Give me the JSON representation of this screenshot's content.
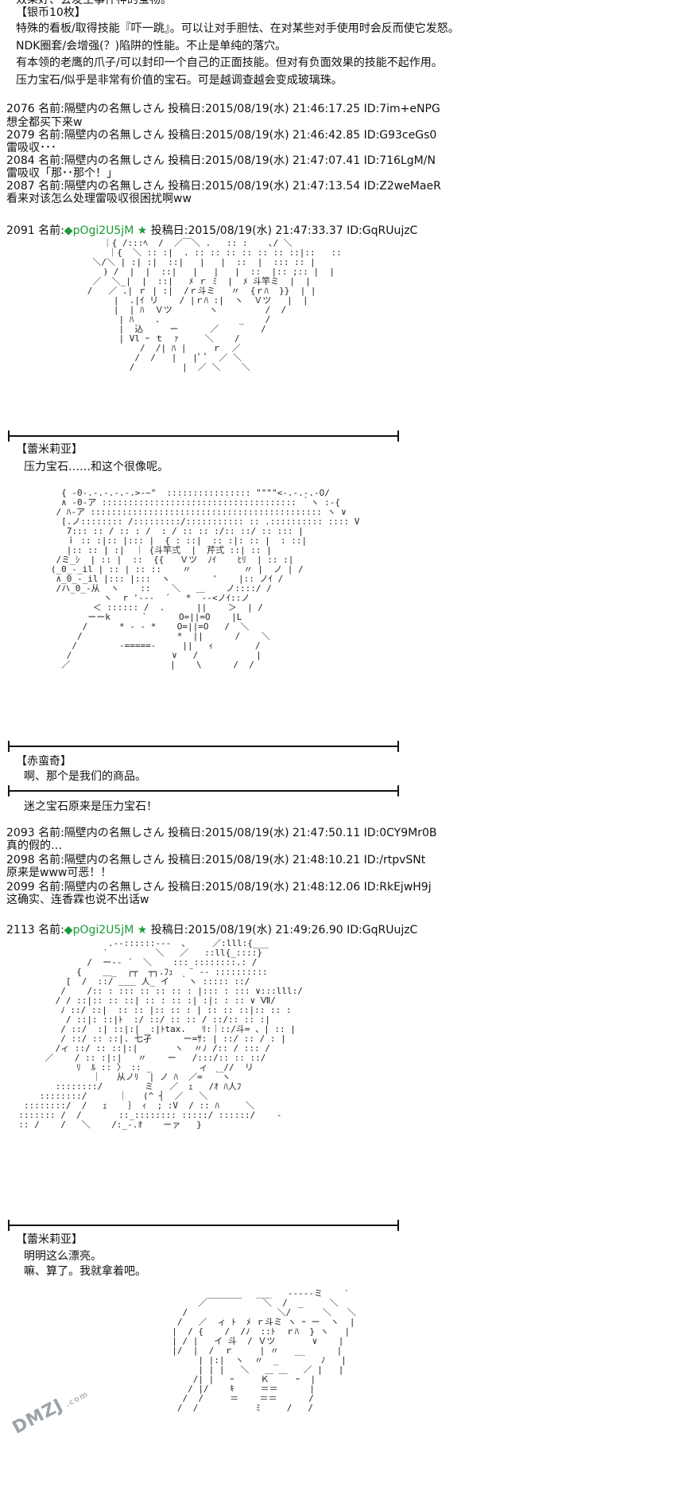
{
  "intro": {
    "top_cut": "效果好、会发生事件神的宝物。",
    "heading": "【银币10枚】",
    "lines": [
      "特殊的看板/取得技能『吓一跳』。可以让对手胆怯、在对某些对手使用时会反而使它发怒。",
      "NDK圈套/会增强(？)陷阱的性能。不止是单纯的落穴。",
      "有本领的老鹰的爪子/可以封印一个自己的正面技能。但对有负面效果的技能不起作用。",
      "压力宝石/似乎是非常有价值的宝石。可是越调查越会变成玻璃珠。"
    ]
  },
  "posts": [
    {
      "header": "2076 名前:隔壁内の名無しさん 投稿日:2015/08/19(水) 21:46:17.25 ID:7im+eNPG",
      "body": "想全都买下来w"
    },
    {
      "header": "2079 名前:隔壁内の名無しさん 投稿日:2015/08/19(水) 21:46:42.85 ID:G93ceGs0",
      "body": "雷吸収･･･"
    },
    {
      "header": "2084 名前:隔壁内の名無しさん 投稿日:2015/08/19(水) 21:47:07.41 ID:716LgM/N",
      "body": "雷吸収「那･･那个！」"
    },
    {
      "header": "2087 名前:隔壁内の名無しさん 投稿日:2015/08/19(水) 21:47:13.54 ID:Z2weMaeR",
      "body": "看来对该怎么处理雷吸収很困扰啊ww"
    }
  ],
  "author_post_1": {
    "num": "2091 名前:",
    "trip": "◆pOgi2U5jM ★",
    "rest": " 投稿日:2015/08/19(水) 21:47:33.37 ID:GqRUujzC"
  },
  "dialog_1": {
    "speaker": "【蕾米莉亚】",
    "line": "压力宝石……和这个很像呢。"
  },
  "dialog_2": {
    "speaker": "【赤蛮奇】",
    "line": "啊、那个是我们的商品。"
  },
  "dialog_3": {
    "line": "迷之宝石原来是压力宝石！"
  },
  "posts_2": [
    {
      "header": "2093 名前:隔壁内の名無しさん 投稿日:2015/08/19(水) 21:47:50.11 ID:0CY9Mr0B",
      "body": "真的假的…"
    },
    {
      "header": "2098 名前:隔壁内の名無しさん 投稿日:2015/08/19(水) 21:48:10.21 ID:/rtpvSNt",
      "body": "原来是www可恶！！"
    },
    {
      "header": "2099 名前:隔壁内の名無しさん 投稿日:2015/08/19(水) 21:48:12.06 ID:RkEjwH9j",
      "body": "这确实、连香霖也说不出话w"
    }
  ],
  "author_post_2": {
    "num": "2113 名前:",
    "trip": "◆pOgi2U5jM ★",
    "rest": " 投稿日:2015/08/19(水) 21:49:26.90 ID:GqRUujzC"
  },
  "dialog_4": {
    "speaker": "【蕾米莉亚】",
    "line1": "明明这么漂亮。",
    "line2": "嘛、算了。我就拿着吧。"
  },
  "ascii_art": {
    "aa1": "         ｜{ /:::ﾍ  /  ／￣＼ .   :: :    ､/ ＼\n          ｜{  ＼ :: :|  . :: :: :: :: :: :: ::|::   ::\n       ＼/＼ | :| :|  ::|   |   |  ::  |  ::: :: |\n         ) /  |  |  ::|   |   |   |  ::  |:: ;:: |  |\n       ／  ＼_|  |  ::|   ﾒ ｒ ﾐ  |  ﾒ 斗竿ミ  |  |\n      /   ／ .| ｒ | :|  /ｒ斗ミ   〃  {ｒﾊ  }}  | |\n           |  .|ｲ リ    / |ｒﾊ :|  ヽ  Ｖツ   |  |\n           |  | ﾊ  Ｖツ       ヽ         /  /\n            | ﾊ    .               _    /\n            |  込     ー      ／        /\n            | Vl ｰ ｔ  ｧ     ＼    /\n                /  /| ﾊ |     ｒ  ／\n               /  /   |   |ﾟ ﾟ  ／ ＼\n              /         |  ／ ＼    ＼",
    "aa2": "     { -0-.-.-.-.-.>‐~\"  :::::::::::::::: \"\"\"\"<-.-.-.-O/\n     ∧ -0-ア ::::::::::::::::::::::::::::::::::::: ｀ヽ :-{\n    / ﾊ-ア :::::::::::::::::::::::::::::::::::::::::::: ヽ ∨\n     [.ノ:::::::: /:::::::::/::::::::::: :: .:::::::::: :::: V\n      7::: :: / :: : /  : / :: :: :/:: ::/ :: ::: |\n      ｉ :: :|:: |::: |  { : ::|  :: :|: :: |  : ::|\n      |:: :: | :|  ｜ {斗竿弍  |  芹弍 ::| :: |\n    /ミ_ｼ  | :: |  ::  {{   Ｖツ  ﾉｲ    ﾋﾘ  | :: :|\n   (_0_-_il | :: | :: ::    〃          〃 |  ノ | /\n    ∧_0_-_il |::: |:::  ヽ        '    |:: ノｲ /\n    /ハ_0_-从  ヽ    ::    ＼   ＿    ノ::::/ /\n             ヽ  r '‐--  ´   *  --<ノｲ::ノ\n           ＜ :::::: /  .      ||    ＞  | /\n          ーーk      `      O=||=O    |L\n         /      * ‐ ‐ *    O=||=O   /  ＼\n        /                  *  ||      /    ＼\n       /        -=====-     ||   ｨ        /\n      /                   ∨   /           |\n     ／                   |    \\      /  /",
    "aa3": "                   .--::::::--‐  ､     ／:lll:{___\n                  ′         ＼   ／   ::ll{_::::}\n               /  ー-‐ ´  ＼    ::: ::::::::.: /\n             {    ＿_  ┌┬  ┬┐.ﾌｭ   ¨ ‐- ::::::::::\n           [  /  ::/ ＿＿ 人_ イ  ｀ヽ ::::: ::/\n          /    /:: : ::: :: :: :: : |::: : ::: ∨:::lll:/\n         / / ::|:: :: ::| :: : :: :| :|: : :: ∨ Ⅶ/\n          ﾉ ::/ ::|  :: :: |:: :: : | :: :: ::|:: :: :\n           / ::|: ::|ﾄ  :/ ::/ :: :: / ::/:: :: :|\n          / ::/  :| ::|:|  :|ﾄtax.   ﾘ:｜::/斗= 、| :: |\n          / ::/ :: ::|. 七孑      ー=ｻ: | ::/ :: / : |\n         /ィ ::/ :: ::|:|       ヽ  〃ﾉ /:: / ::: /\n       ／    / :: :|:|   〃    ー   /:::/:: :: ::/\n             ﾘ  ﾙ :: 〉 :: _         ィ  _//  リ\n                ｜   从ノﾘ  | ノ ﾊ  ／=  ｀ヽ\n         ::::::::/        ミ   ／  ｪ   /ｵ ﾊ人ﾌ\n      ::::::::/      ｜   (^ ┤  ／   ＼\n   ::::::::/  /   ｪ    ｝ ｨ  ; :V  / :: ﾊ     ＼\n  ::::::: /  /       ::_:::::::: :::::/ ::::::/    ‐\n  :: /    /   ＼    /:_-.ｵ    ーァ   }",
    "aa4": "                          ___   -‐-‐-ミ    ′\n               ／￣￣￣￣    ＼  /  _     ＼\n            /                 ＼/      ＼   ＼\n           /   ／  ィ ﾄ  ﾒ ｒ斗ミ ヽ ｰ ー  ヽ  |\n          |  / {    /  /ﾉ  ::ﾄ  ｒﾊ  } ヽ   |\n          | / |   イ 斗  / Ｖツ       ∨    |\n          |/  |  /  ｒ     | 〃   __      |\n               | |:|  ヽ  〃  _        ﾉ   |\n               | | |   ＼   ＿ ＿   ／ |   |\n              /| |   ｰ     Ｋ     ｰ  |\n             / |/    ｷ     ＝＝      |\n            /  /     ＝    ＝＝      /\n           /  /           ﾐ     /   /"
  },
  "watermark": {
    "text": "DMZJ",
    "sub": ".com"
  }
}
